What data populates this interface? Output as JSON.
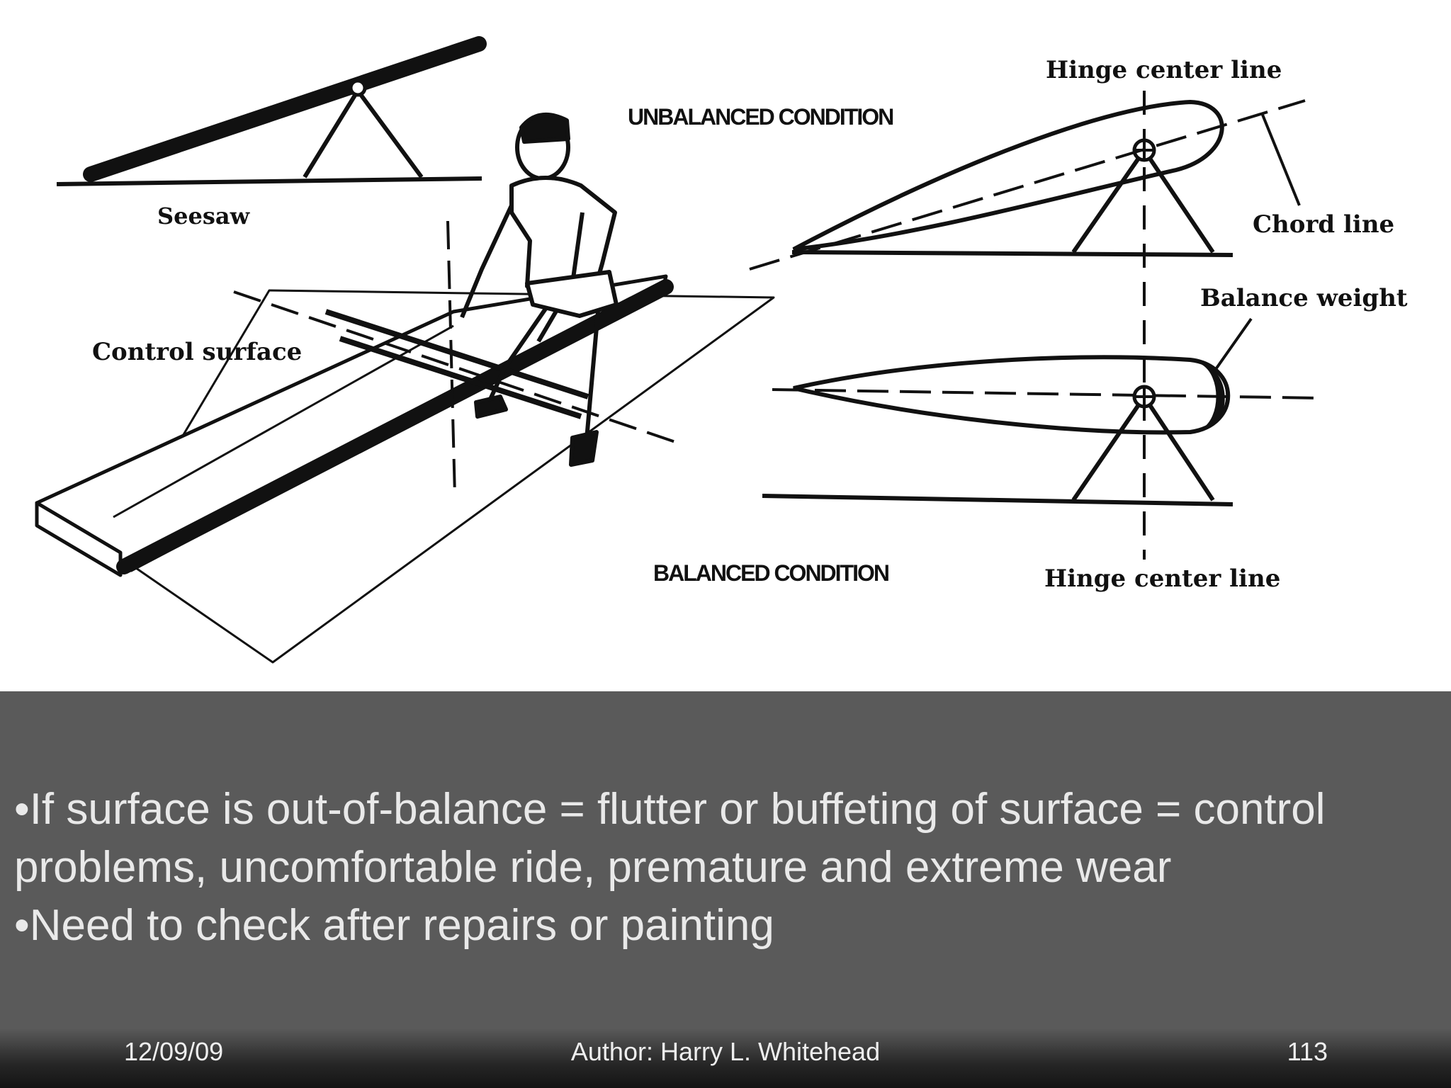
{
  "figure": {
    "labels": {
      "seesaw": "Seesaw",
      "control_surface": "Control surface",
      "unbalanced": "UNBALANCED CONDITION",
      "balanced": "BALANCED CONDITION",
      "hinge_top": "Hinge center line",
      "hinge_bottom": "Hinge center line",
      "chord_line": "Chord line",
      "balance_weight": "Balance weight"
    }
  },
  "text": {
    "bullets": [
      "•If surface is out-of-balance = flutter or buffeting of surface = control problems, uncomfortable ride, premature and extreme wear",
      "•Need to check after repairs or painting"
    ]
  },
  "footer": {
    "date": "12/09/09",
    "author": "Author:  Harry L. Whitehead",
    "page": "113"
  },
  "colors": {
    "figure_bg": "#ffffff",
    "text_bg": "#5a5a5a",
    "text": "#e9e9e9",
    "ink": "#111111"
  }
}
